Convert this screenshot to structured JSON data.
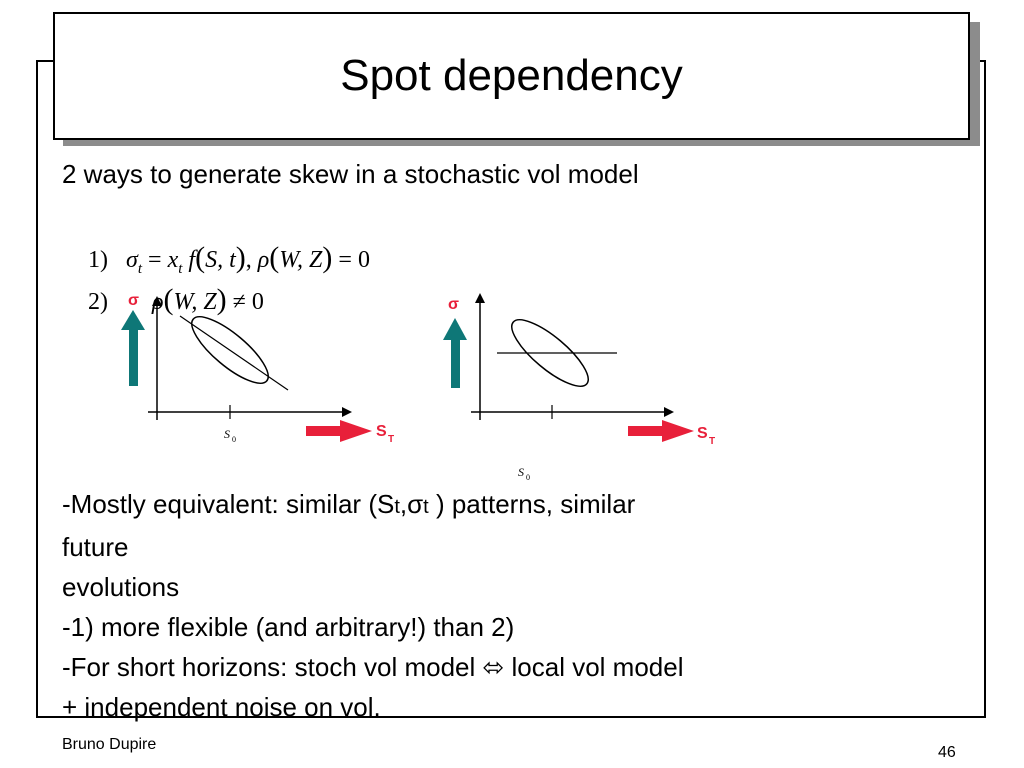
{
  "slide": {
    "title": "Spot dependency",
    "intro": "2 ways to generate skew in a stochastic vol model"
  },
  "equations": {
    "eq1": {
      "label": "1)",
      "sigma_t": "σ",
      "sub_t": "t",
      "eq": " = ",
      "x_t": "x",
      "x_sub": "t",
      "f": "f",
      "args": "S, t",
      "comma": ", ",
      "rho": "ρ",
      "wz": "W, Z",
      "tail": " = 0"
    },
    "eq2": {
      "label": "2)",
      "rho": "ρ",
      "wz": "W, Z",
      "tail": " ≠ 0"
    }
  },
  "plots": {
    "sigma_label": "σ",
    "st_main": "S",
    "st_sub": "T",
    "s0_main": "S",
    "s0_sub": "0",
    "arrow_color": "#0e7777",
    "red_arrow_color": "#e8203a"
  },
  "bullets": {
    "line1_a": "-Mostly equivalent: similar (S",
    "line1_t1": "t",
    "line1_comma": ",",
    "line1_sigma": "σ",
    "line1_t2": "t",
    "line1_b": " ) patterns, similar",
    "line2": "future",
    "line3": "evolutions",
    "line4": "-1) more flexible (and arbitrary!) than 2)",
    "line5_a": "-For short horizons: stoch vol model ",
    "line5_sym": "⬄",
    "line5_b": " local vol model",
    "line6": "+ independent noise on vol."
  },
  "footer": {
    "author": "Bruno Dupire",
    "page": "46"
  }
}
